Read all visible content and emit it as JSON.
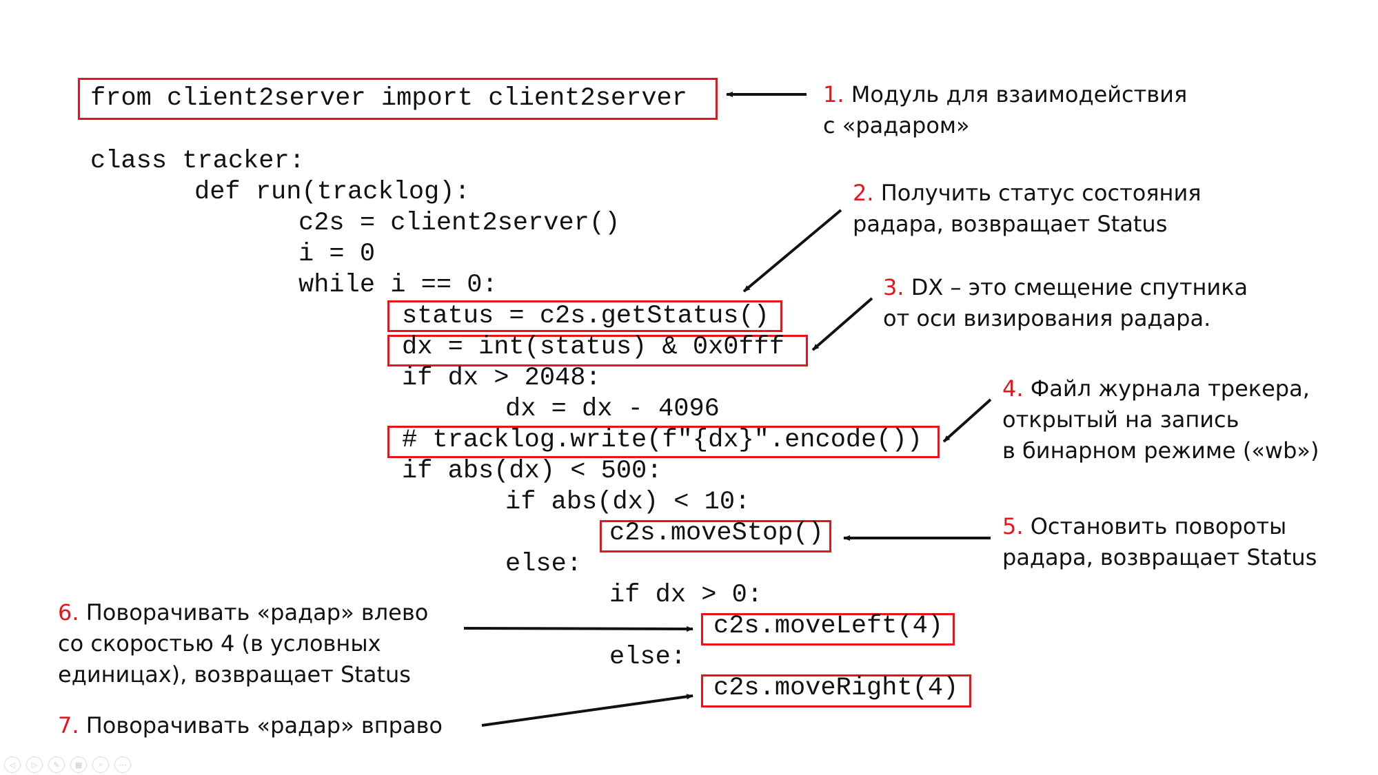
{
  "code": [
    "from client2server import client2server",
    "class tracker:",
    "def run(tracklog):",
    "c2s = client2server()",
    "i = 0",
    "while i == 0:",
    "status = c2s.getStatus()",
    "dx = int(status) & 0x0fff",
    "if dx > 2048:",
    "dx = dx - 4096",
    "# tracklog.write(f\"{dx}\".encode())",
    "if abs(dx) < 500:",
    "if abs(dx) < 10:",
    "c2s.moveStop()",
    "else:",
    "if dx > 0:",
    "c2s.moveLeft(4)",
    "else:",
    "c2s.moveRight(4)"
  ],
  "notes": [
    {
      "num": "1.",
      "lines": [
        " Модуль для взаимодействия",
        "с «радаром»"
      ]
    },
    {
      "num": "2.",
      "lines": [
        " Получить статус состояния",
        "радара, возвращает Status"
      ]
    },
    {
      "num": "3.",
      "lines": [
        " DX – это смещение спутника",
        "от оси визирования радара."
      ]
    },
    {
      "num": "4.",
      "lines": [
        " Файл журнала трекера,",
        "открытый на запись",
        "в бинарном режиме («wb»)"
      ]
    },
    {
      "num": "5.",
      "lines": [
        " Остановить повороты",
        "радара, возвращает Status"
      ]
    },
    {
      "num": "6.",
      "lines": [
        " Поворачивать «радар» влево",
        "со скоростью 4 (в условных",
        "единицах), возвращает Status"
      ]
    },
    {
      "num": "7.",
      "lines": [
        " Поворачивать «радар» вправо"
      ]
    }
  ],
  "colors": {
    "accent": "#e8141b",
    "text": "#111111"
  },
  "controls": [
    "prev-icon",
    "next-icon",
    "pen-icon",
    "slides-icon",
    "zoom-icon",
    "more-icon"
  ]
}
